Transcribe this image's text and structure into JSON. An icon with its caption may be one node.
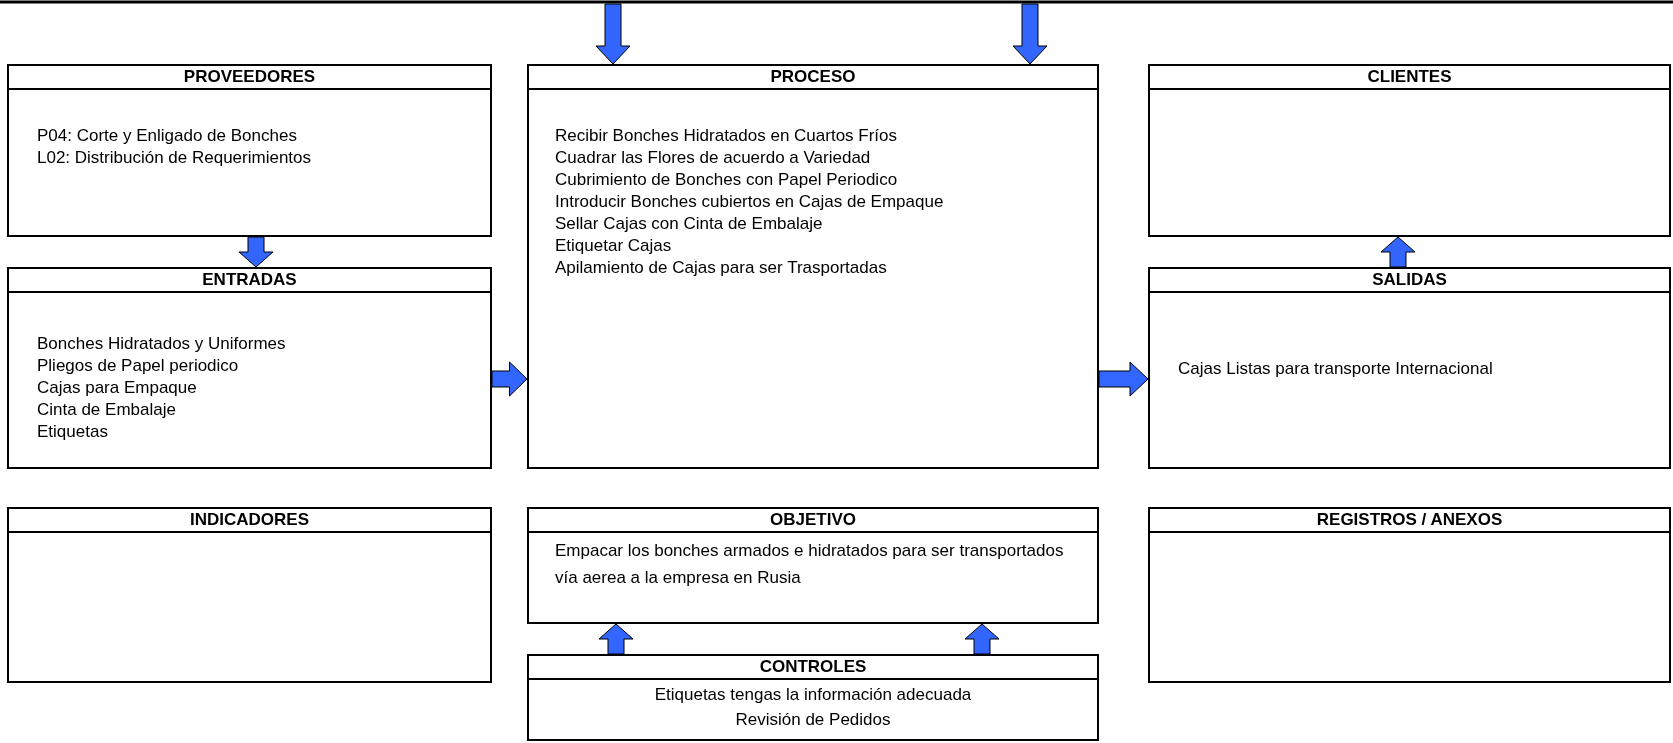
{
  "diagram": {
    "nodes": [
      {
        "text": [
          "PROVEEDORES",
          "P04: Corte y Enligado de Bonches",
          "L02: Distribución de Requerimientos"
        ]
      },
      {
        "text": [
          "PROCESO",
          "Recibir Bonches Hidratados en Cuartos Fríos",
          "Cuadrar las Flores de acuerdo a Variedad",
          "Cubrimiento de Bonches con Papel Periodico",
          "Introducir Bonches cubiertos en Cajas de Empaque",
          "Sellar Cajas con Cinta de Embalaje",
          "Etiquetar Cajas",
          "Apilamiento de Cajas para ser Trasportadas"
        ]
      },
      {
        "text": [
          "CLIENTES"
        ]
      },
      {
        "text": [
          "ENTRADAS",
          "Bonches Hidratados y Uniformes",
          "Pliegos de Papel periodico",
          "Cajas para Empaque",
          "Cinta de Embalaje",
          "Etiquetas"
        ]
      },
      {
        "text": [
          "SALIDAS",
          "Cajas Listas para transporte Internacional"
        ]
      },
      {
        "text": [
          "INDICADORES"
        ]
      },
      {
        "text": [
          "OBJETIVO",
          "Empacar los bonches armados e hidratados para ser transportados vía aerea a la empresa en Rusia"
        ]
      },
      {
        "text": [
          "REGISTROS / ANEXOS"
        ]
      },
      {
        "text": [
          "CONTROLES",
          "Etiquetas tengas la información adecuada",
          "Revisión de Pedidos"
        ]
      }
    ],
    "edges": [
      {
        "from": null,
        "to": 1,
        "arrow": "to",
        "style": "thick"
      },
      {
        "from": null,
        "to": 1,
        "arrow": "to",
        "style": "thick"
      },
      {
        "from": 0,
        "to": 3,
        "arrow": "to",
        "style": "thick"
      },
      {
        "from": 3,
        "to": 1,
        "arrow": "to",
        "style": "thick"
      },
      {
        "from": 1,
        "to": 4,
        "arrow": "to",
        "style": "thick"
      },
      {
        "from": 4,
        "to": 2,
        "arrow": "to",
        "style": "thick"
      },
      {
        "from": 8,
        "to": 6,
        "arrow": "to",
        "style": "thick"
      },
      {
        "from": 8,
        "to": 6,
        "arrow": "to",
        "style": "thick"
      }
    ]
  }
}
